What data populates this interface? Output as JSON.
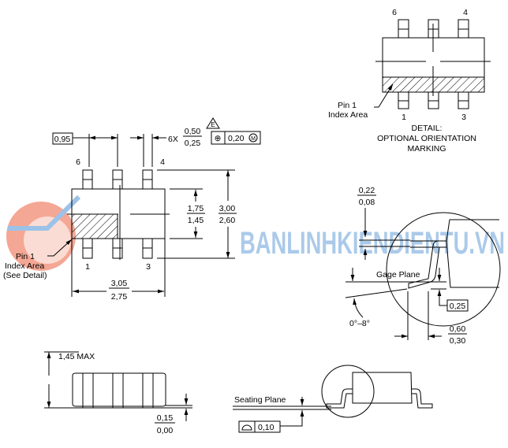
{
  "detail_top": {
    "pin_labels": [
      "6",
      "4",
      "1",
      "3"
    ],
    "pin1_label": [
      "Pin 1",
      "Index Area"
    ],
    "caption": [
      "DETAIL:",
      "OPTIONAL ORIENTATION",
      "MARKING"
    ]
  },
  "top_view": {
    "pitch": "0,95",
    "lead_width_prefix": "6X",
    "lead_width_max": "0,50",
    "lead_width_min": "0,25",
    "note_flag": "E",
    "position_tolerance": "0,20",
    "material_condition": "M",
    "pin_labels": [
      "6",
      "4",
      "1",
      "3"
    ],
    "body_width_max": "1,75",
    "body_width_min": "1,45",
    "overall_width_max": "3,00",
    "overall_width_min": "2,60",
    "length_max": "3,05",
    "length_min": "2,75",
    "pin1_label": [
      "Pin 1",
      "Index Area",
      "(See Detail)"
    ]
  },
  "gage_detail": {
    "lead_thickness_max": "0,22",
    "lead_thickness_min": "0,08",
    "gage_plane": "Gage Plane",
    "gage_height": "0,25",
    "angle": "0°–8°",
    "foot_length_max": "0,60",
    "foot_length_min": "0,30"
  },
  "side_view": {
    "height": "1,45 MAX",
    "standoff_max": "0,15",
    "standoff_min": "0,00"
  },
  "seating_detail": {
    "seating_plane": "Seating Plane",
    "flatness": "0,10"
  },
  "watermark": "BANLINHKIENDIENTU.VN"
}
